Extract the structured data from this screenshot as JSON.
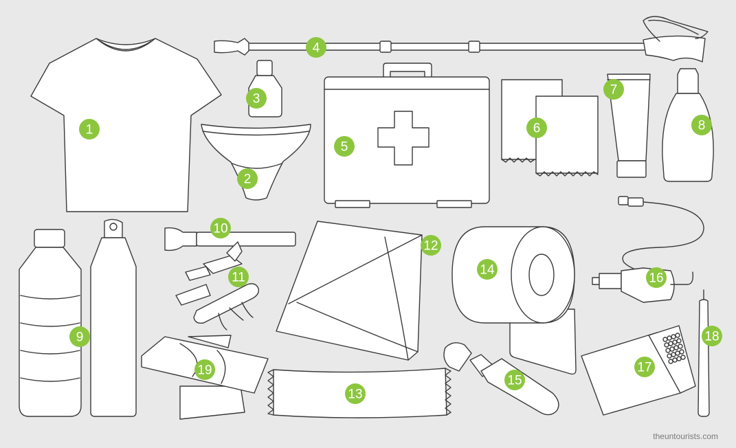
{
  "colors": {
    "background": "#e9e9e9",
    "badge": "#8cc63f",
    "outline": "#3a3a3a",
    "credit": "#7a7a7a"
  },
  "items": [
    {
      "num": "1",
      "icon": "t-shirt-icon"
    },
    {
      "num": "2",
      "icon": "underwear-icon"
    },
    {
      "num": "3",
      "icon": "small-bottle-icon"
    },
    {
      "num": "4",
      "icon": "trekking-pole-icon"
    },
    {
      "num": "5",
      "icon": "first-aid-kit-icon"
    },
    {
      "num": "6",
      "icon": "wet-wipes-icon"
    },
    {
      "num": "7",
      "icon": "tube-icon"
    },
    {
      "num": "8",
      "icon": "lotion-bottle-icon"
    },
    {
      "num": "9",
      "icon": "water-bottles-icon"
    },
    {
      "num": "10",
      "icon": "flashlight-icon"
    },
    {
      "num": "11",
      "icon": "pocket-knife-icon"
    },
    {
      "num": "12",
      "icon": "blanket-icon"
    },
    {
      "num": "13",
      "icon": "snack-bar-icon"
    },
    {
      "num": "14",
      "icon": "toilet-paper-icon"
    },
    {
      "num": "15",
      "icon": "spray-bottle-icon"
    },
    {
      "num": "16",
      "icon": "car-charger-icon"
    },
    {
      "num": "17",
      "icon": "matchbox-icon"
    },
    {
      "num": "18",
      "icon": "candle-icon"
    },
    {
      "num": "19",
      "icon": "tissue-packs-icon"
    }
  ],
  "credit": "theuntourists.com"
}
